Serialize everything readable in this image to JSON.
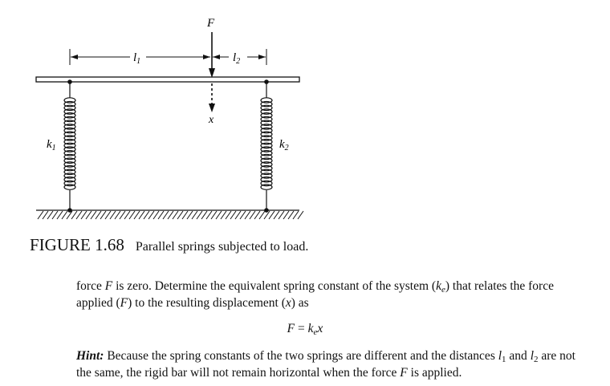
{
  "figure": {
    "labels": {
      "force": "F",
      "l1": "l",
      "l1_sub": "1",
      "l2": "l",
      "l2_sub": "2",
      "x": "x",
      "k1": "k",
      "k1_sub": "1",
      "k2": "k",
      "k2_sub": "2"
    }
  },
  "caption": {
    "number": "FIGURE 1.68",
    "text": "Parallel springs subjected to load."
  },
  "paragraph1": {
    "t1": "force ",
    "v_F": "F",
    "t2": " is zero. Determine the equivalent spring constant of the system (",
    "v_k": "k",
    "v_k_sub": "e",
    "t3": ") that relates the force applied (",
    "v_F2": "F",
    "t4": ") to the resulting displacement (",
    "v_x": "x",
    "t5": ") as"
  },
  "equation": {
    "lhs": "F",
    "eq": " = ",
    "k": "k",
    "k_sub": "e",
    "x": "x"
  },
  "hint": {
    "label": "Hint:",
    "t1": " Because the spring constants of the two springs are different and the distances ",
    "l1": "l",
    "l1_sub": "1",
    "t2": " and ",
    "l2": "l",
    "l2_sub": "2",
    "t3": " are not the same, the rigid bar will not remain horizontal when the force ",
    "F": "F",
    "t4": " is applied."
  }
}
